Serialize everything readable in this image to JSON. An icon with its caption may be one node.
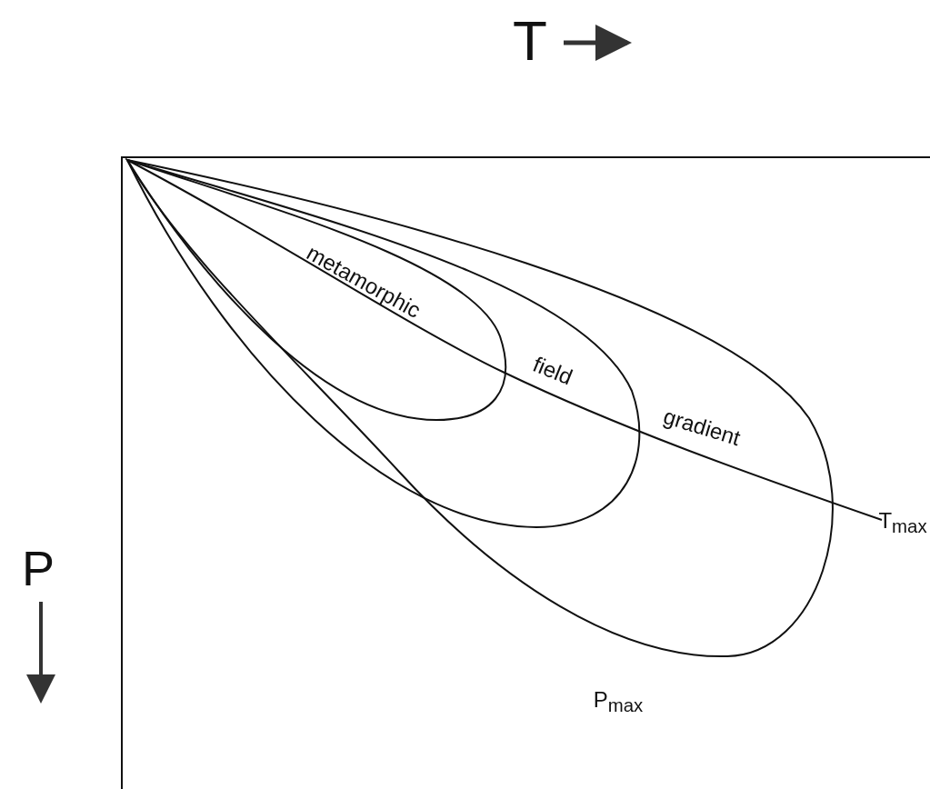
{
  "diagram": {
    "labels": [
      "T",
      "P",
      "metamorphic",
      "field",
      "gradient",
      "T$_{max}$",
      "P$_{max}$"
    ]
  }
}
